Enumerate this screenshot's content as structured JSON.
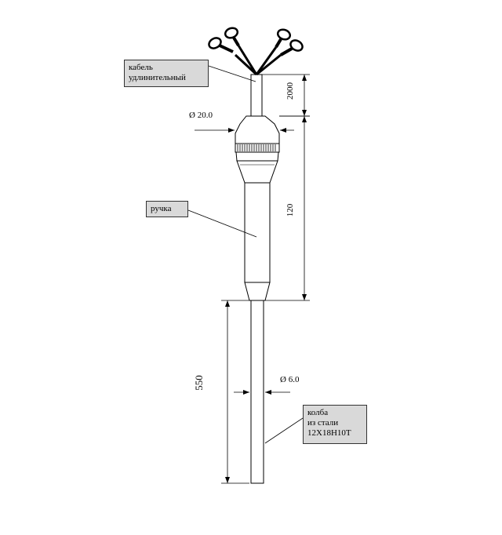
{
  "labels": {
    "cable": "кабель\nудлинительный",
    "handle": "ручка",
    "flask": "колба\nиз стали\n12Х18Н10Т"
  },
  "dimensions": {
    "cable_length": "2000",
    "handle_length": "120",
    "probe_length": "550",
    "handle_diameter": "Ø 20.0",
    "probe_diameter": "Ø 6.0"
  }
}
